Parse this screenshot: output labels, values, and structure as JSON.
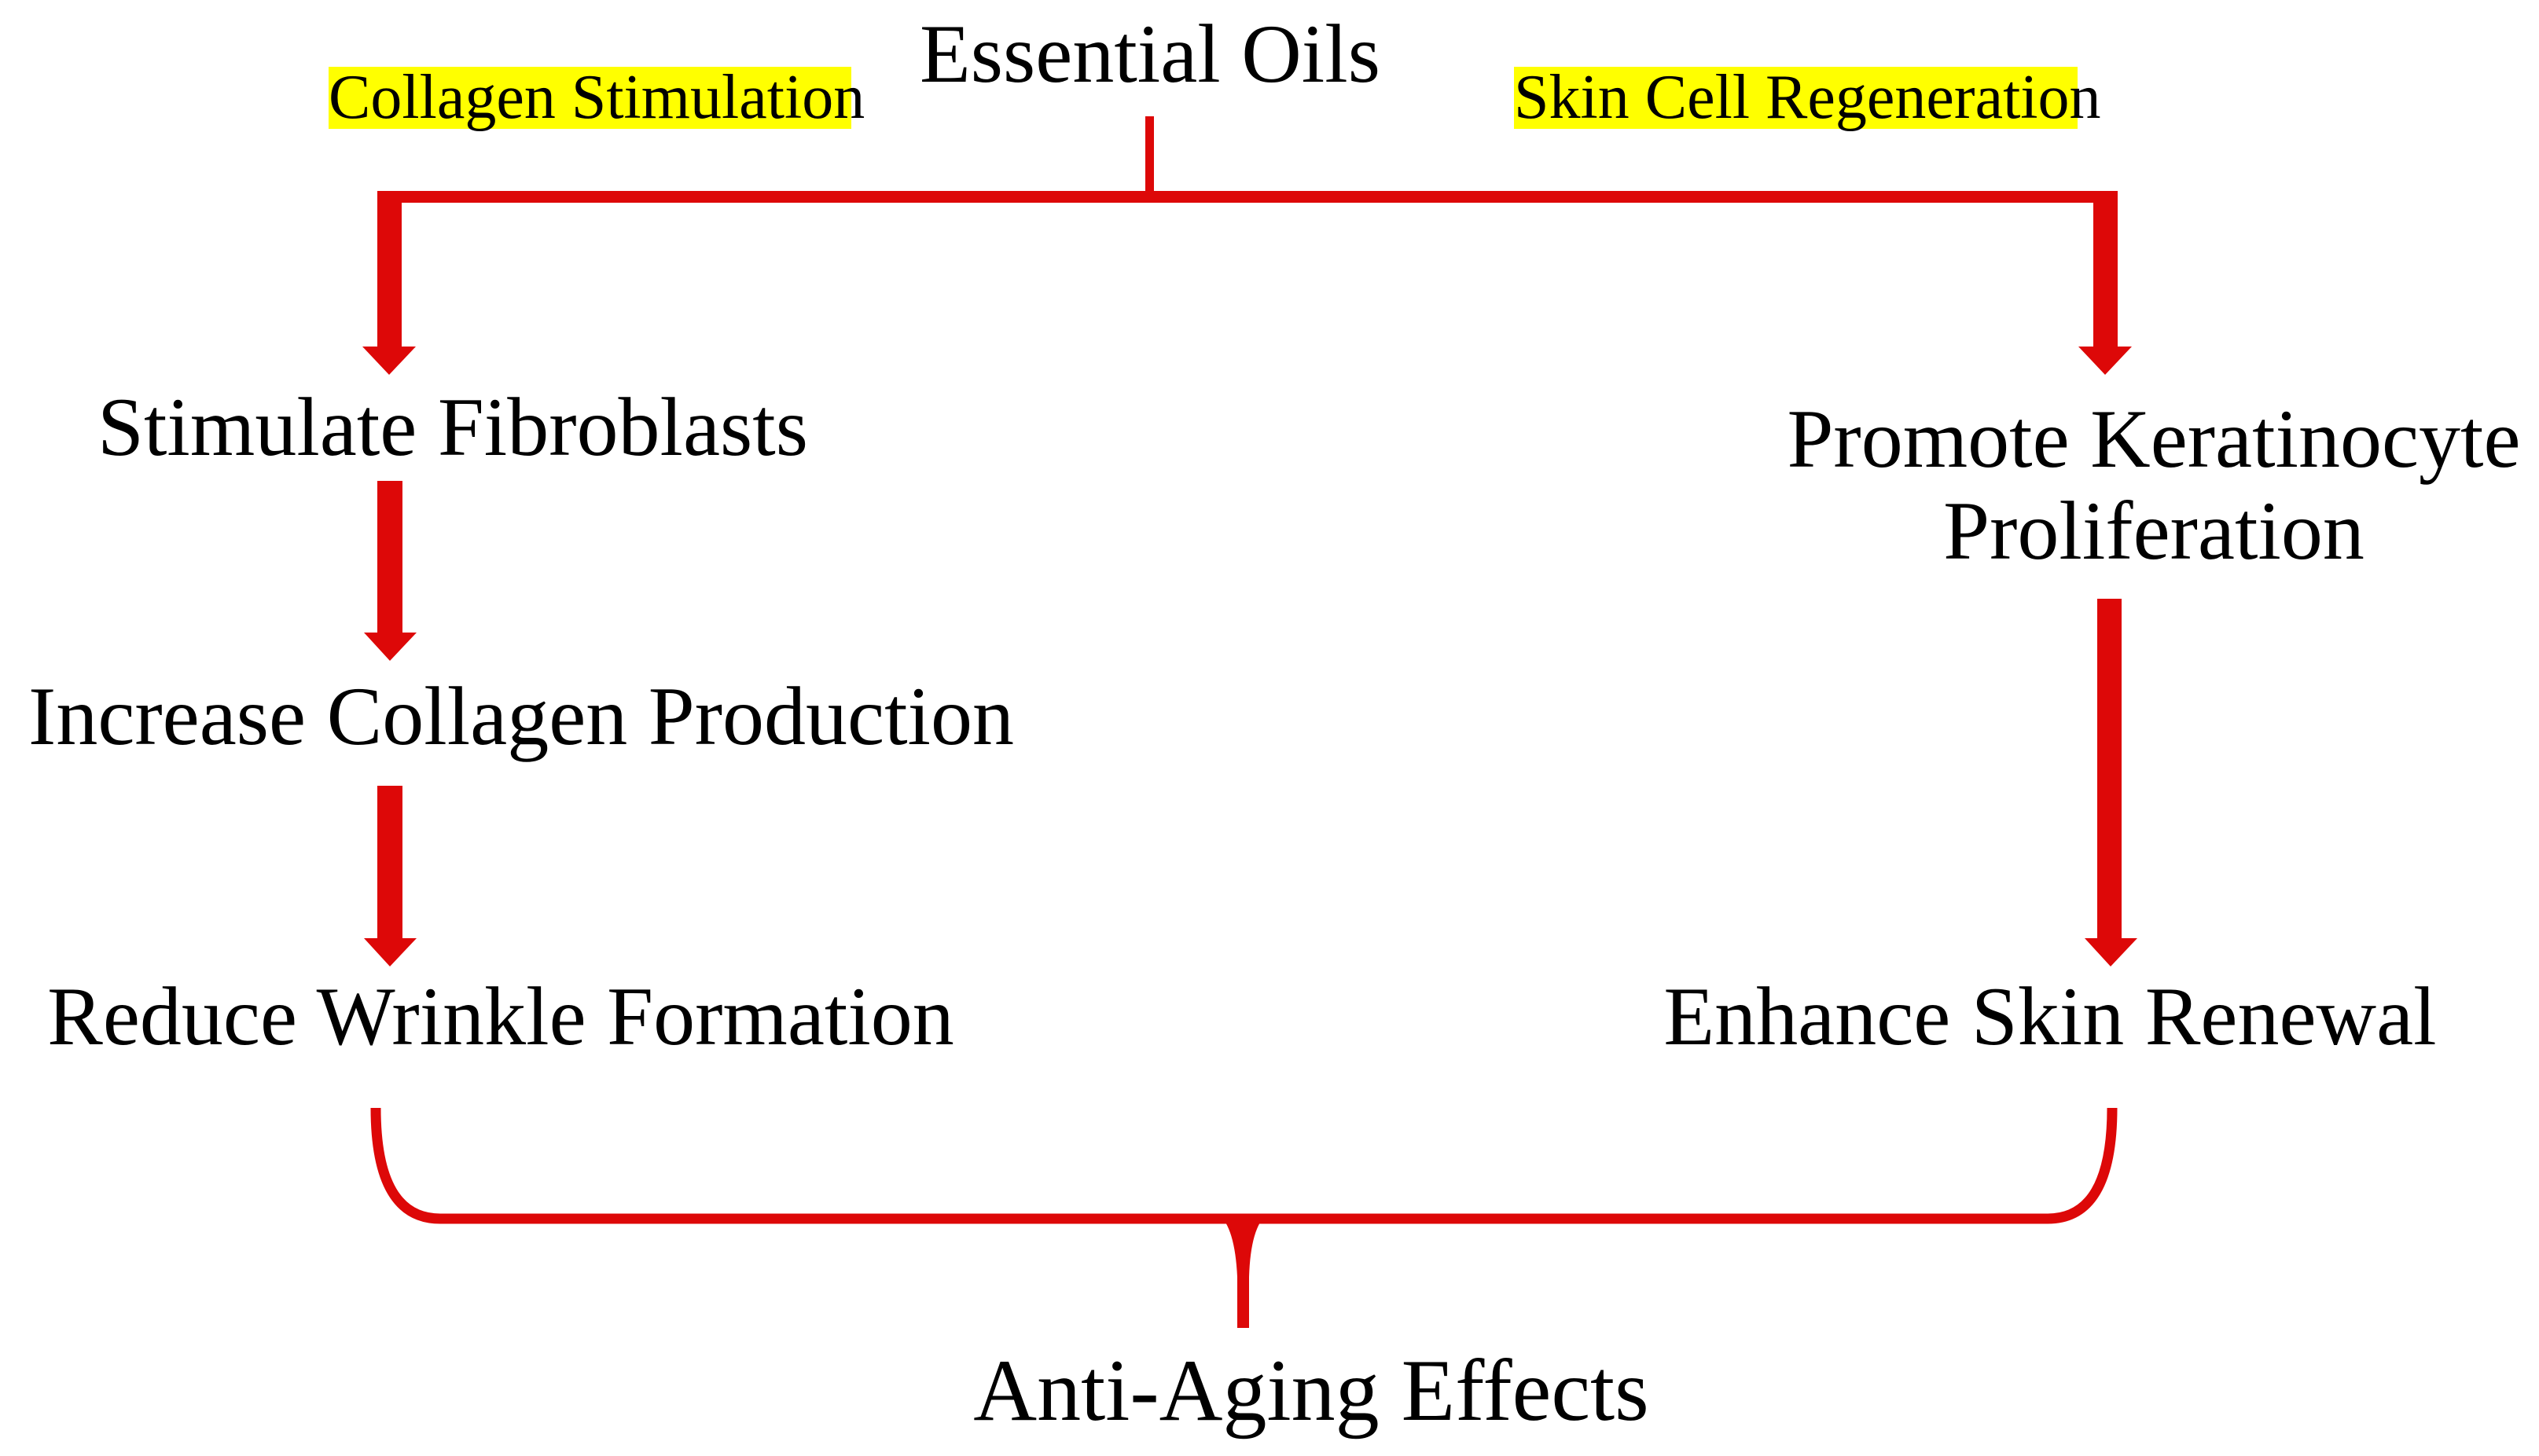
{
  "diagram": {
    "title": "Essential Oils",
    "branches": {
      "left": {
        "label": "Collagen Stimulation",
        "steps": [
          "Stimulate Fibroblasts",
          "Increase Collagen Production",
          "Reduce Wrinkle Formation"
        ]
      },
      "right": {
        "label": "Skin Cell Regeneration",
        "steps": [
          "Promote Keratinocyte Proliferation",
          "Enhance Skin Renewal"
        ]
      }
    },
    "outcome": "Anti-Aging Effects",
    "colors": {
      "arrow": "#dd0808",
      "highlight": "#ffff00",
      "text": "#000000",
      "background": "#ffffff"
    }
  }
}
